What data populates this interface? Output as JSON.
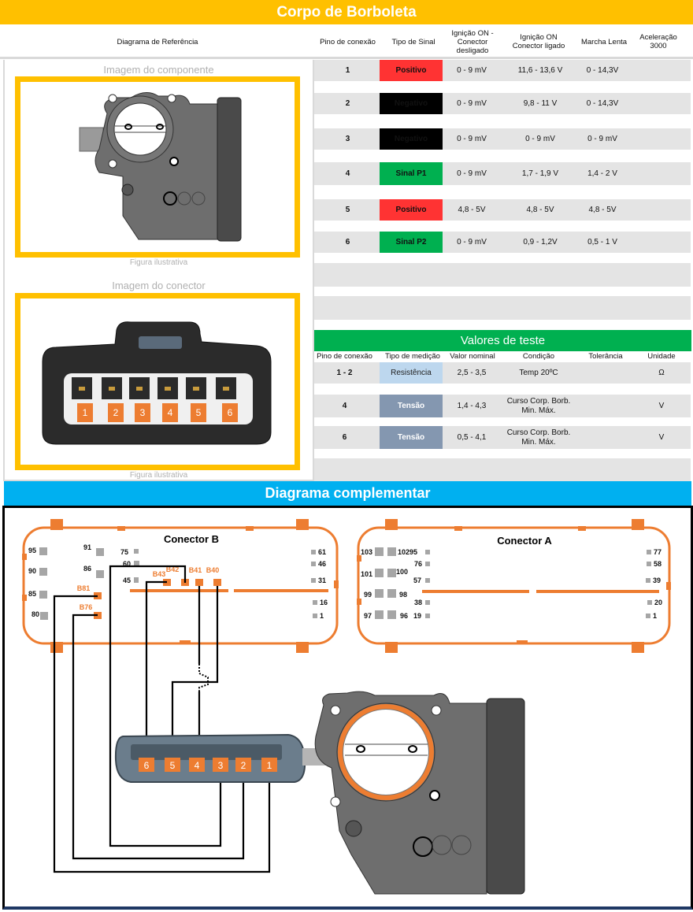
{
  "title": "Corpo de Borboleta",
  "header": {
    "reference": "Diagrama de Referência",
    "pin": "Pino de conexão",
    "signal_type": "Tipo de Sinal",
    "ign_off": "Ignição ON - Conector desligado",
    "ign_on": "Ignição ON Conector ligado",
    "idle": "Marcha Lenta",
    "accel": "Aceleração 3000"
  },
  "left_panel": {
    "component_caption": "Imagem do componente",
    "component_note": "Figura ilustrativa",
    "connector_caption": "Imagem do conector",
    "connector_note": "Figura ilustrativa",
    "connector_pins": [
      "1",
      "2",
      "3",
      "4",
      "5",
      "6"
    ]
  },
  "signals": [
    {
      "pin": "1",
      "type": "Positivo",
      "color": "#ff3333",
      "ign_off": "0 - 9 mV",
      "ign_on": "11,6 - 13,6 V",
      "idle": "0 - 14,3V",
      "accel": ""
    },
    {
      "pin": "2",
      "type": "Negativo",
      "color": "#000000",
      "ign_off": "0 - 9 mV",
      "ign_on": "9,8 - 11 V",
      "idle": "0 - 14,3V",
      "accel": ""
    },
    {
      "pin": "3",
      "type": "Negativo",
      "color": "#000000",
      "ign_off": "0 - 9 mV",
      "ign_on": "0 - 9 mV",
      "idle": "0 - 9 mV",
      "accel": ""
    },
    {
      "pin": "4",
      "type": "Sinal P1",
      "color": "#00b050",
      "ign_off": "0 - 9 mV",
      "ign_on": "1,7 - 1,9 V",
      "idle": "1,4 - 2 V",
      "accel": ""
    },
    {
      "pin": "5",
      "type": "Positivo",
      "color": "#ff3333",
      "ign_off": "4,8 - 5V",
      "ign_on": "4,8 - 5V",
      "idle": "4,8 - 5V",
      "accel": ""
    },
    {
      "pin": "6",
      "type": "Sinal P2",
      "color": "#00b050",
      "ign_off": "0 - 9 mV",
      "ign_on": "0,9 - 1,2V",
      "idle": "0,5 - 1 V",
      "accel": ""
    }
  ],
  "test_values": {
    "title": "Valores de teste",
    "headers": {
      "pin": "Pino de conexão",
      "type": "Tipo de medição",
      "nominal": "Valor nominal",
      "condition": "Condição",
      "tolerance": "Tolerância",
      "unit": "Unidade"
    },
    "rows": [
      {
        "pin": "1 - 2",
        "type": "Resistência",
        "color": "#bdd7ee",
        "text_color": "#222222",
        "nominal": "2,5 - 3,5",
        "condition": "Temp 20ºC",
        "tolerance": "",
        "unit": "Ω"
      },
      {
        "pin": "4",
        "type": "Tensão",
        "color": "#8497b0",
        "text_color": "#ffffff",
        "nominal": "1,4 - 4,3",
        "condition": "Curso Corp. Borb. Min. Máx.",
        "tolerance": "",
        "unit": "V"
      },
      {
        "pin": "6",
        "type": "Tensão",
        "color": "#8497b0",
        "text_color": "#ffffff",
        "nominal": "0,5 - 4,1",
        "condition": "Curso Corp. Borb. Min. Máx.",
        "tolerance": "",
        "unit": "V"
      }
    ]
  },
  "diagram": {
    "title": "Diagrama complementar",
    "connector_b": {
      "title": "Conector B",
      "pins_left": [
        "95",
        "91",
        "90",
        "86",
        "85",
        "80"
      ],
      "pins_mid": [
        "75",
        "60",
        "45"
      ],
      "pins_right": [
        "61",
        "46",
        "31",
        "16",
        "1"
      ],
      "highlight": [
        "B43",
        "B42",
        "B41",
        "B40",
        "B81",
        "B76"
      ]
    },
    "connector_a": {
      "title": "Conector A",
      "pins_left": [
        "103",
        "102",
        "101",
        "100",
        "99",
        "98",
        "97",
        "96"
      ],
      "pins_mid": [
        "95",
        "76",
        "57",
        "38",
        "19"
      ],
      "pins_right": [
        "77",
        "58",
        "39",
        "20",
        "1"
      ]
    },
    "harness_pins": [
      "6",
      "5",
      "4",
      "3",
      "2",
      "1"
    ],
    "wiring": [
      {
        "ecu": "B81",
        "pin": "1"
      },
      {
        "ecu": "B76",
        "pin": "2"
      },
      {
        "ecu": "B42",
        "pin": "3"
      },
      {
        "ecu": "B41",
        "pin": "4"
      },
      {
        "ecu": "B40",
        "pin": "5"
      },
      {
        "ecu": "B43",
        "pin": "6"
      }
    ],
    "accent_color": "#ed7d31"
  }
}
